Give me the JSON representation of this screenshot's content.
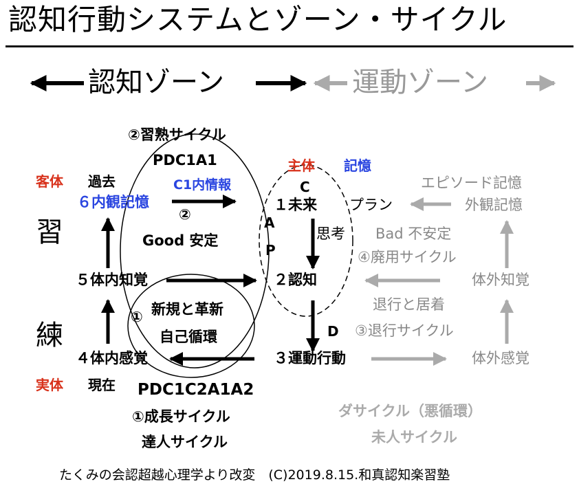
{
  "title": "認知行動システムとゾーン・サイクル",
  "zones": {
    "cognitive": "認知ゾーン",
    "motor": "運動ゾーン"
  },
  "left_labels": {
    "kyakutai": "客体",
    "kako": "過去",
    "shu": "習",
    "ren": "練",
    "jittai": "実体",
    "genzai": "現在"
  },
  "nodes": {
    "internal_appearance_memory": "６内観記憶",
    "internal_perception": "５体内知覚",
    "internal_sensation": "４体内感覚",
    "future": "１未来",
    "cognition": "２認知",
    "motor_action": "３運動行動",
    "plan": "プラン",
    "thinking": "思考"
  },
  "top_labels": {
    "shutai": "主体",
    "kioku": "記憶"
  },
  "mastery_cycle": {
    "title": "②習熟サイクル",
    "code": "PDC1A1",
    "info": "C1内情報",
    "number": "②",
    "state": "Good  安定"
  },
  "growth_cycle": {
    "number": "①",
    "line1": "新規と革新",
    "line2": "自己循環",
    "code": "PDC1C2A1A2",
    "title": "①成長サイクル",
    "subtitle": "達人サイクル"
  },
  "cycle_letters": {
    "c": "C",
    "a": "A",
    "p": "P",
    "d": "D"
  },
  "motor_side": {
    "episode_memory": "エピソード記憶",
    "external_appearance_memory": "外観記憶",
    "bad_state": "Bad  不安定",
    "disuse_cycle": "④廃用サイクル",
    "external_perception": "体外知覚",
    "regression": "退行と居着",
    "regression_cycle": "③退行サイクル",
    "external_sensation": "体外感覚",
    "vicious_cycle": "ダサイクル（悪循環）",
    "novice_cycle": "未人サイクル"
  },
  "footer": "たくみの会認超越心理学より改変　(C)2019.8.15.和真認知楽習塾",
  "colors": {
    "black": "#000000",
    "gray": "#999999",
    "red": "#d8321c",
    "blue": "#2a45e0"
  }
}
